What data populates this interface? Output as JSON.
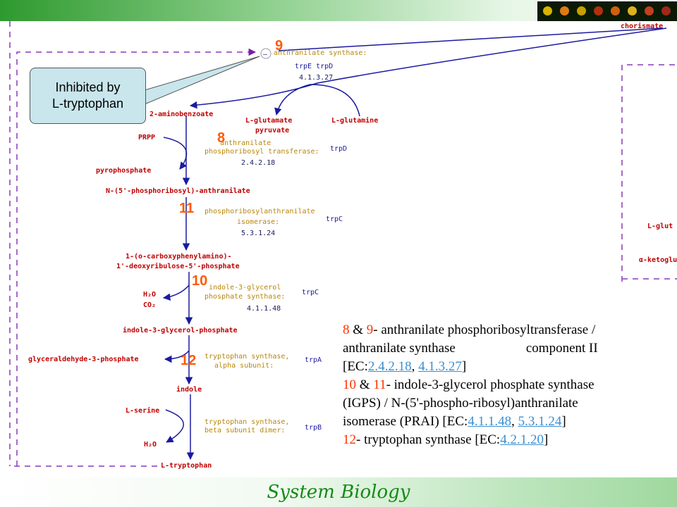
{
  "header": {
    "thumbnail": "flower-thumbnail-icon"
  },
  "pathway": {
    "metabolites": {
      "chorismate": "chorismate",
      "aminobenzoate": "2-aminobenzoate",
      "lglutamate": "L-glutamate",
      "pyruvate": "pyruvate",
      "lglutamine": "L-glutamine",
      "prpp": "PRPP",
      "pyrophosphate": "pyrophosphate",
      "n5": "N-(5'-phosphoribosyl)-anthranilate",
      "carboxy1": "1-(o-carboxyphenylamino)-",
      "carboxy2": "1'-deoxyribulose-5'-phosphate",
      "h2o": "H₂O",
      "co2": "CO₂",
      "igp": "indole-3-glycerol-phosphate",
      "g3p": "glyceraldehyde-3-phosphate",
      "indole": "indole",
      "lserine": "L-serine",
      "h2o2": "H₂O",
      "ltrp": "L-tryptophan",
      "right_lglu": "L-glut",
      "right_keto": "α-ketoglu"
    },
    "enzymes": {
      "e1": "anthranilate synthase:",
      "e2a": "anthranilate",
      "e2b": "phosphoribosyl transferase:",
      "e3a": "phosphoribosylanthranilate",
      "e3b": "isomerase:",
      "e4a": "indole-3-glycerol",
      "e4b": "phosphate synthase:",
      "e5a": "tryptophan synthase,",
      "e5b": "alpha subunit:",
      "e6a": "tryptophan synthase,",
      "e6b": "beta subunit dimer:"
    },
    "genes": {
      "g1": "trpE  trpD",
      "g2": "trpD",
      "g3": "trpC",
      "g4": "trpC",
      "g5": "trpA",
      "g6": "trpB"
    },
    "ec": {
      "ec1": "4.1.3.27",
      "ec2": "2.4.2.18",
      "ec3": "5.3.1.24",
      "ec4": "4.1.1.48"
    },
    "inhibition_mark": "–",
    "step_numbers": {
      "n9": "9",
      "n8": "8",
      "n11": "11",
      "n10": "10",
      "n12": "12"
    }
  },
  "callout": {
    "line1": "Inhibited by",
    "line2": "L-tryptophan"
  },
  "legend": {
    "l1_n1": "8",
    "l1_amp": " & ",
    "l1_n2": "9",
    "l1_text": "- anthranilate phosphoribosyltransferase /",
    "l2_text": "anthranilate synthase",
    "l2_text2": "component II",
    "l3_pre": "[EC:",
    "l3_ec1": "2.4.2.18",
    "l3_sep": ", ",
    "l3_ec2": "4.1.3.27",
    "l3_post": "]",
    "l4_n1": "10",
    "l4_amp": " & ",
    "l4_n2": "11",
    "l4_text": "- indole-3-glycerol phosphate synthase",
    "l5_text": "(IGPS) / N-(5'-phospho-ribosyl)anthranilate",
    "l6_pre": "isomerase (PRAI) [EC:",
    "l6_ec1": "4.1.1.48",
    "l6_sep": ", ",
    "l6_ec2": "5.3.1.24",
    "l6_post": "]",
    "l7_n": "12",
    "l7_pre": "- tryptophan synthase [EC:",
    "l7_ec": "4.2.1.20",
    "l7_post": "]"
  },
  "footer": {
    "title": "System Biology"
  }
}
